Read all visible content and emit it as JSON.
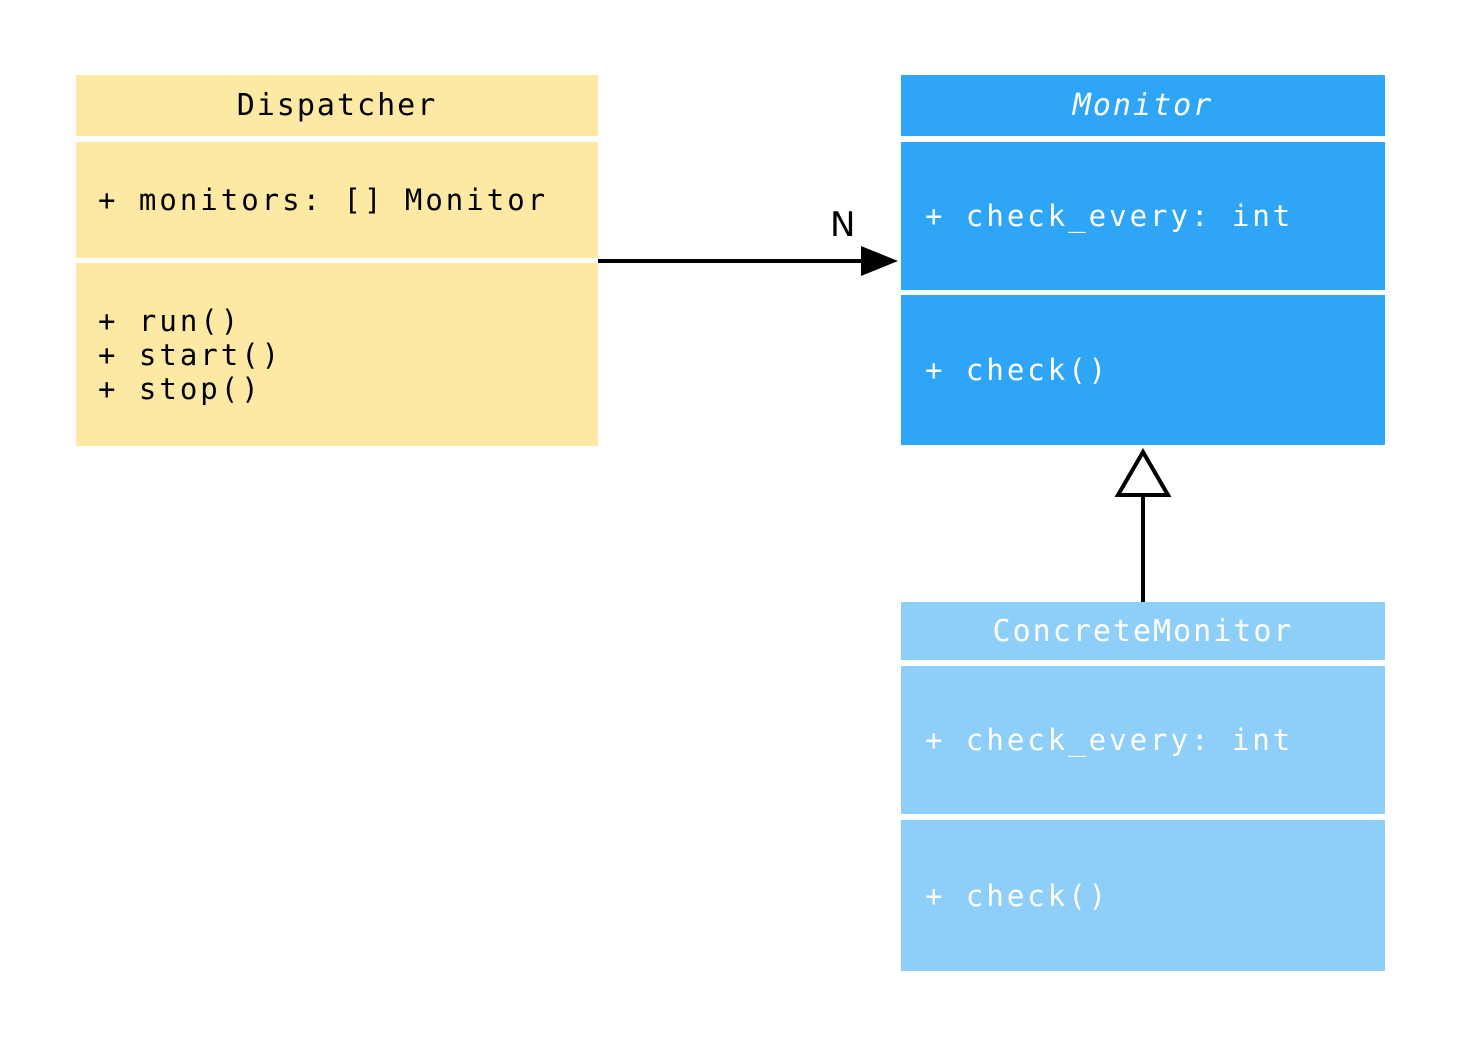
{
  "diagram": {
    "type": "uml-class-diagram",
    "classes": [
      {
        "name": "Dispatcher",
        "abstract": false,
        "attributes": [
          "+ monitors: [] Monitor"
        ],
        "methods": [
          "+ run()",
          "+ start()",
          "+ stop()"
        ],
        "fill_color": "#FCE9A4",
        "text_color": "#000000"
      },
      {
        "name": "Monitor",
        "abstract": true,
        "attributes": [
          "+ check_every: int"
        ],
        "methods": [
          "+ check()"
        ],
        "fill_color": "#2FA5F8",
        "text_color": "#FFFFFF"
      },
      {
        "name": "ConcreteMonitor",
        "abstract": false,
        "attributes": [
          "+ check_every: int"
        ],
        "methods": [
          "+ check()"
        ],
        "fill_color": "#8DCFF9",
        "text_color": "#FFFFFF"
      }
    ],
    "edges": [
      {
        "from": "Dispatcher",
        "to": "Monitor",
        "type": "association",
        "label": "N",
        "line_color": "#000000"
      },
      {
        "from": "ConcreteMonitor",
        "to": "Monitor",
        "type": "inheritance",
        "label": "",
        "line_color": "#000000"
      }
    ]
  }
}
